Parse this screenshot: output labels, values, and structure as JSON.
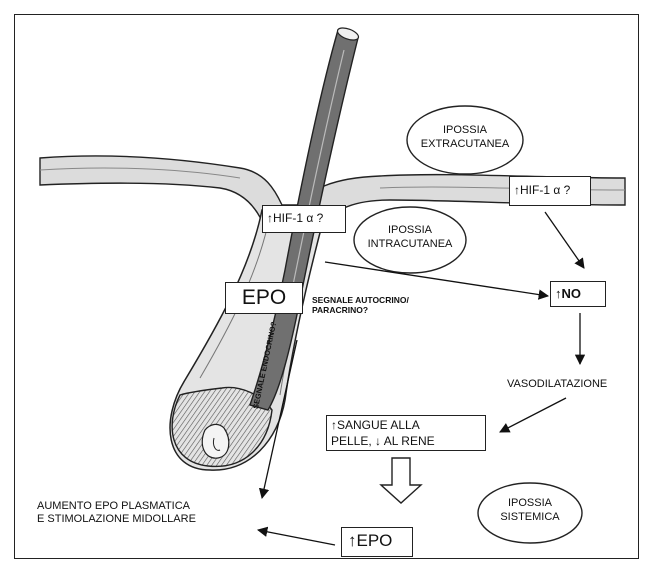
{
  "ellipses": {
    "extracutanea": [
      "IPOSSIA",
      "EXTRACUTANEA"
    ],
    "intracutanea": [
      "IPOSSIA",
      "INTRACUTANEA"
    ],
    "sistemica": [
      "IPOSSIA",
      "SISTEMICA"
    ]
  },
  "boxes": {
    "hif_left": "HIF-1 α ?",
    "hif_right": "HIF-1 α ?",
    "epo_main": "EPO",
    "no": "NO",
    "sangue_line1": "SANGUE ALLA",
    "sangue_line2_pre": "PELLE,",
    "sangue_line2_post": "AL RENE",
    "epo_bottom": "EPO"
  },
  "labels": {
    "segnale_autocrino_1": "SEGNALE AUTOCRINO/",
    "segnale_autocrino_2": "PARACRINO?",
    "segnale_endocrino": "SEGNALE ENDOCRINO?",
    "vasodilatazione": "VASODILATAZIONE",
    "aumento_1": "AUMENTO EPO PLASMATICA",
    "aumento_2": "E STIMOLAZIONE MIDOLLARE"
  },
  "colors": {
    "ink": "#111111",
    "skin": "#d8d8d8",
    "hair": "#6a6a6a"
  }
}
